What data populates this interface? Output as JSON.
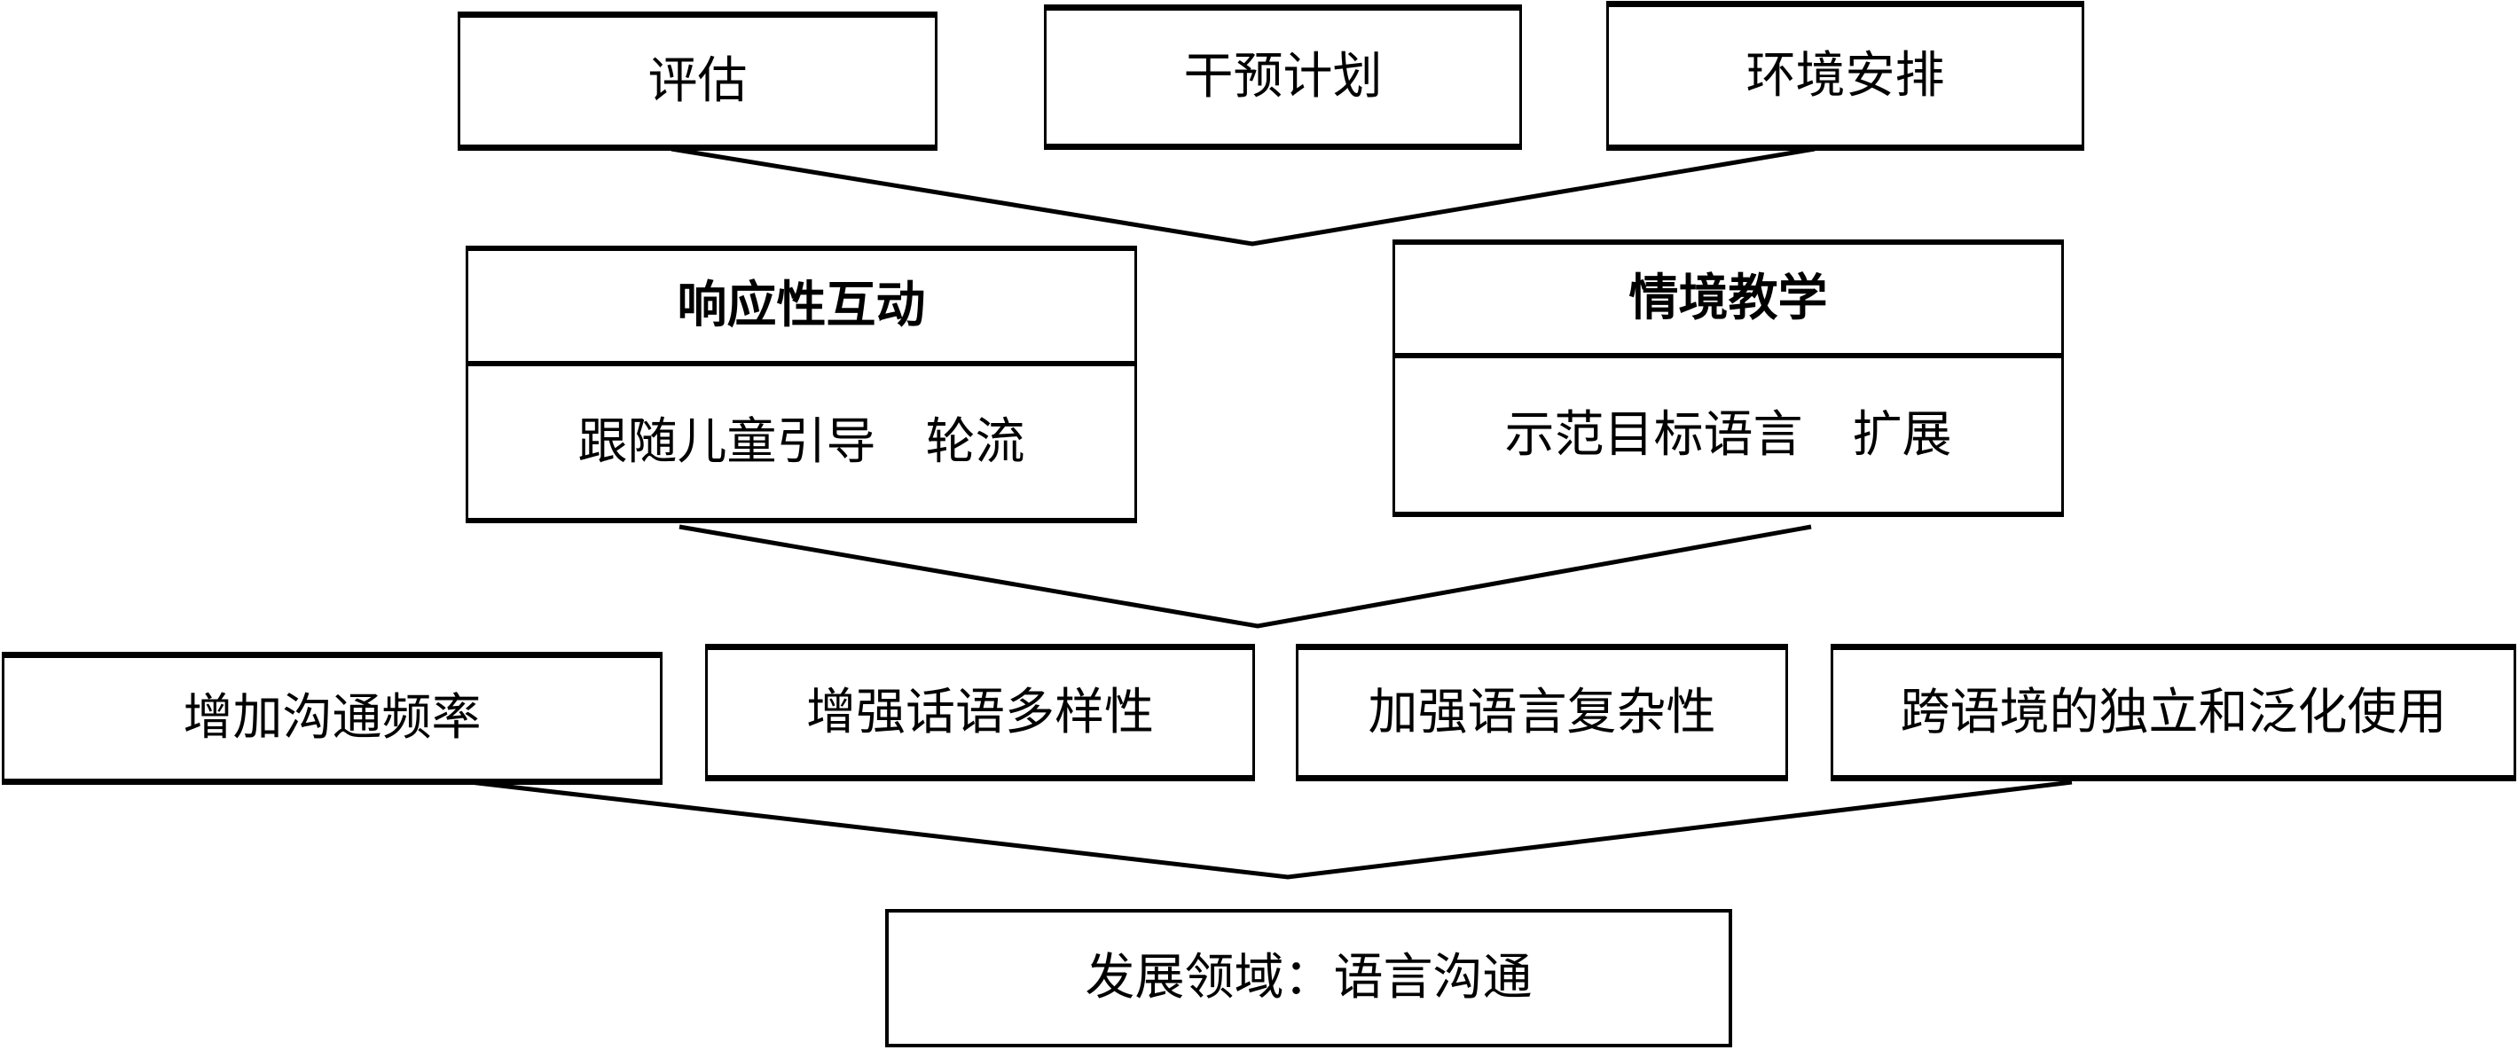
{
  "diagram": {
    "inputs": [
      {
        "label": "评估"
      },
      {
        "label": "干预计划"
      },
      {
        "label": "环境安排"
      }
    ],
    "strategies": [
      {
        "title": "响应性互动",
        "techniques": "跟随儿童引导　轮流"
      },
      {
        "title": "情境教学",
        "techniques": "示范目标语言　扩展"
      }
    ],
    "goals": [
      {
        "label": "增加沟通频率"
      },
      {
        "label": "增强话语多样性"
      },
      {
        "label": "加强语言复杂性"
      },
      {
        "label": "跨语境的独立和泛化使用"
      }
    ],
    "outcome": {
      "label": "发展领域：语言沟通"
    },
    "colors": {
      "line": "#000000",
      "background": "#ffffff"
    }
  }
}
